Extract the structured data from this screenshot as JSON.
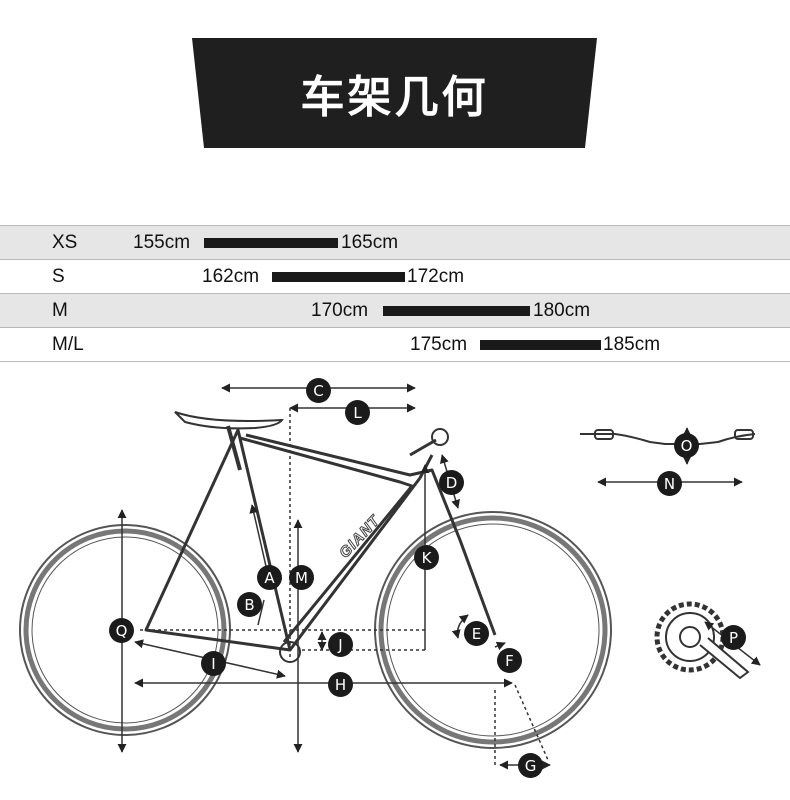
{
  "header": {
    "title": "车架几何"
  },
  "sizes": [
    {
      "label": "XS",
      "min": "155cm",
      "max": "165cm"
    },
    {
      "label": "S",
      "min": "162cm",
      "max": "172cm"
    },
    {
      "label": "M",
      "min": "170cm",
      "max": "180cm"
    },
    {
      "label": "M/L",
      "min": "175cm",
      "max": "185cm"
    }
  ],
  "diagram": {
    "brand": "GIANT",
    "markers": [
      "A",
      "B",
      "C",
      "D",
      "E",
      "F",
      "G",
      "H",
      "I",
      "J",
      "K",
      "L",
      "M",
      "N",
      "O",
      "P",
      "Q"
    ]
  },
  "colors": {
    "banner": "#1f1f1f",
    "row_shade": "#e6e6e6",
    "bar": "#1a1a1a"
  }
}
